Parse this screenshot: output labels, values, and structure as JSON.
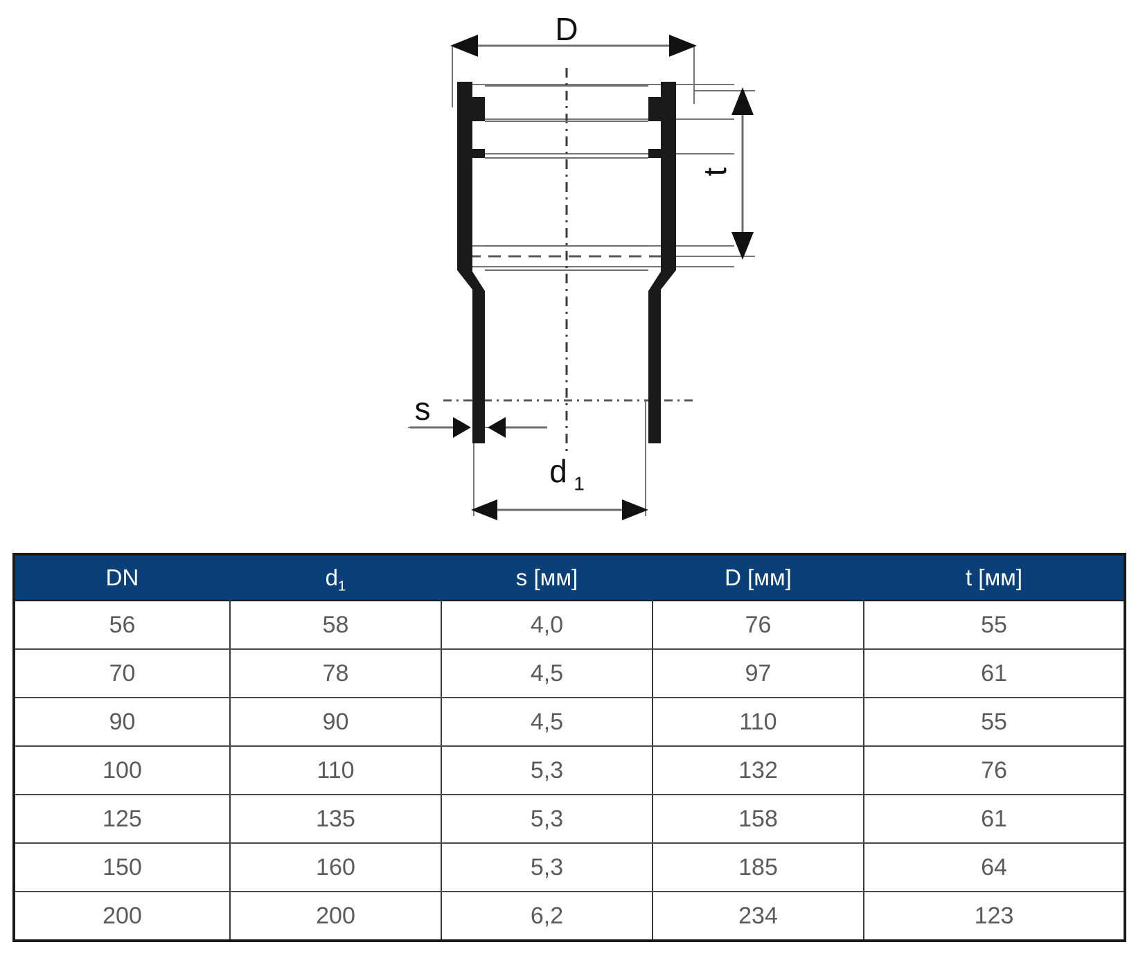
{
  "drawing": {
    "title": "pipe-socket-cross-section",
    "labels": {
      "outer_diameter": "D",
      "socket_depth": "t",
      "wall_thickness": "s",
      "nominal_diameter_base": "d",
      "nominal_diameter_sub": "1"
    },
    "colors": {
      "outline": "#1a1a1a",
      "thin_line": "#6e6e6e",
      "centerline": "#4a4a4a",
      "background": "#ffffff"
    }
  },
  "table": {
    "header_bg": "#0a4077",
    "header_text_color": "#ffffff",
    "body_text_color": "#5b5b5b",
    "columns": [
      {
        "key": "dn",
        "label_base": "DN",
        "label_sub": "",
        "unit": ""
      },
      {
        "key": "d1",
        "label_base": "d",
        "label_sub": "1",
        "unit": ""
      },
      {
        "key": "s",
        "label_base": "s [мм]",
        "label_sub": "",
        "unit": "мм"
      },
      {
        "key": "D",
        "label_base": "D [мм]",
        "label_sub": "",
        "unit": "мм"
      },
      {
        "key": "t",
        "label_base": "t [мм]",
        "label_sub": "",
        "unit": "мм"
      }
    ],
    "rows": [
      {
        "dn": "56",
        "d1": "58",
        "s": "4,0",
        "D": "76",
        "t": "55"
      },
      {
        "dn": "70",
        "d1": "78",
        "s": "4,5",
        "D": "97",
        "t": "61"
      },
      {
        "dn": "90",
        "d1": "90",
        "s": "4,5",
        "D": "110",
        "t": "55"
      },
      {
        "dn": "100",
        "d1": "110",
        "s": "5,3",
        "D": "132",
        "t": "76"
      },
      {
        "dn": "125",
        "d1": "135",
        "s": "5,3",
        "D": "158",
        "t": "61"
      },
      {
        "dn": "150",
        "d1": "160",
        "s": "5,3",
        "D": "185",
        "t": "64"
      },
      {
        "dn": "200",
        "d1": "200",
        "s": "6,2",
        "D": "234",
        "t": "123"
      }
    ]
  },
  "chart_data": {
    "type": "table",
    "title": "",
    "columns": [
      "DN",
      "d1",
      "s [мм]",
      "D [мм]",
      "t [мм]"
    ],
    "values": [
      [
        56,
        58,
        4.0,
        76,
        55
      ],
      [
        70,
        78,
        4.5,
        97,
        61
      ],
      [
        90,
        90,
        4.5,
        110,
        55
      ],
      [
        100,
        110,
        5.3,
        132,
        76
      ],
      [
        125,
        135,
        5.3,
        158,
        61
      ],
      [
        150,
        160,
        5.3,
        185,
        64
      ],
      [
        200,
        200,
        6.2,
        234,
        123
      ]
    ]
  }
}
